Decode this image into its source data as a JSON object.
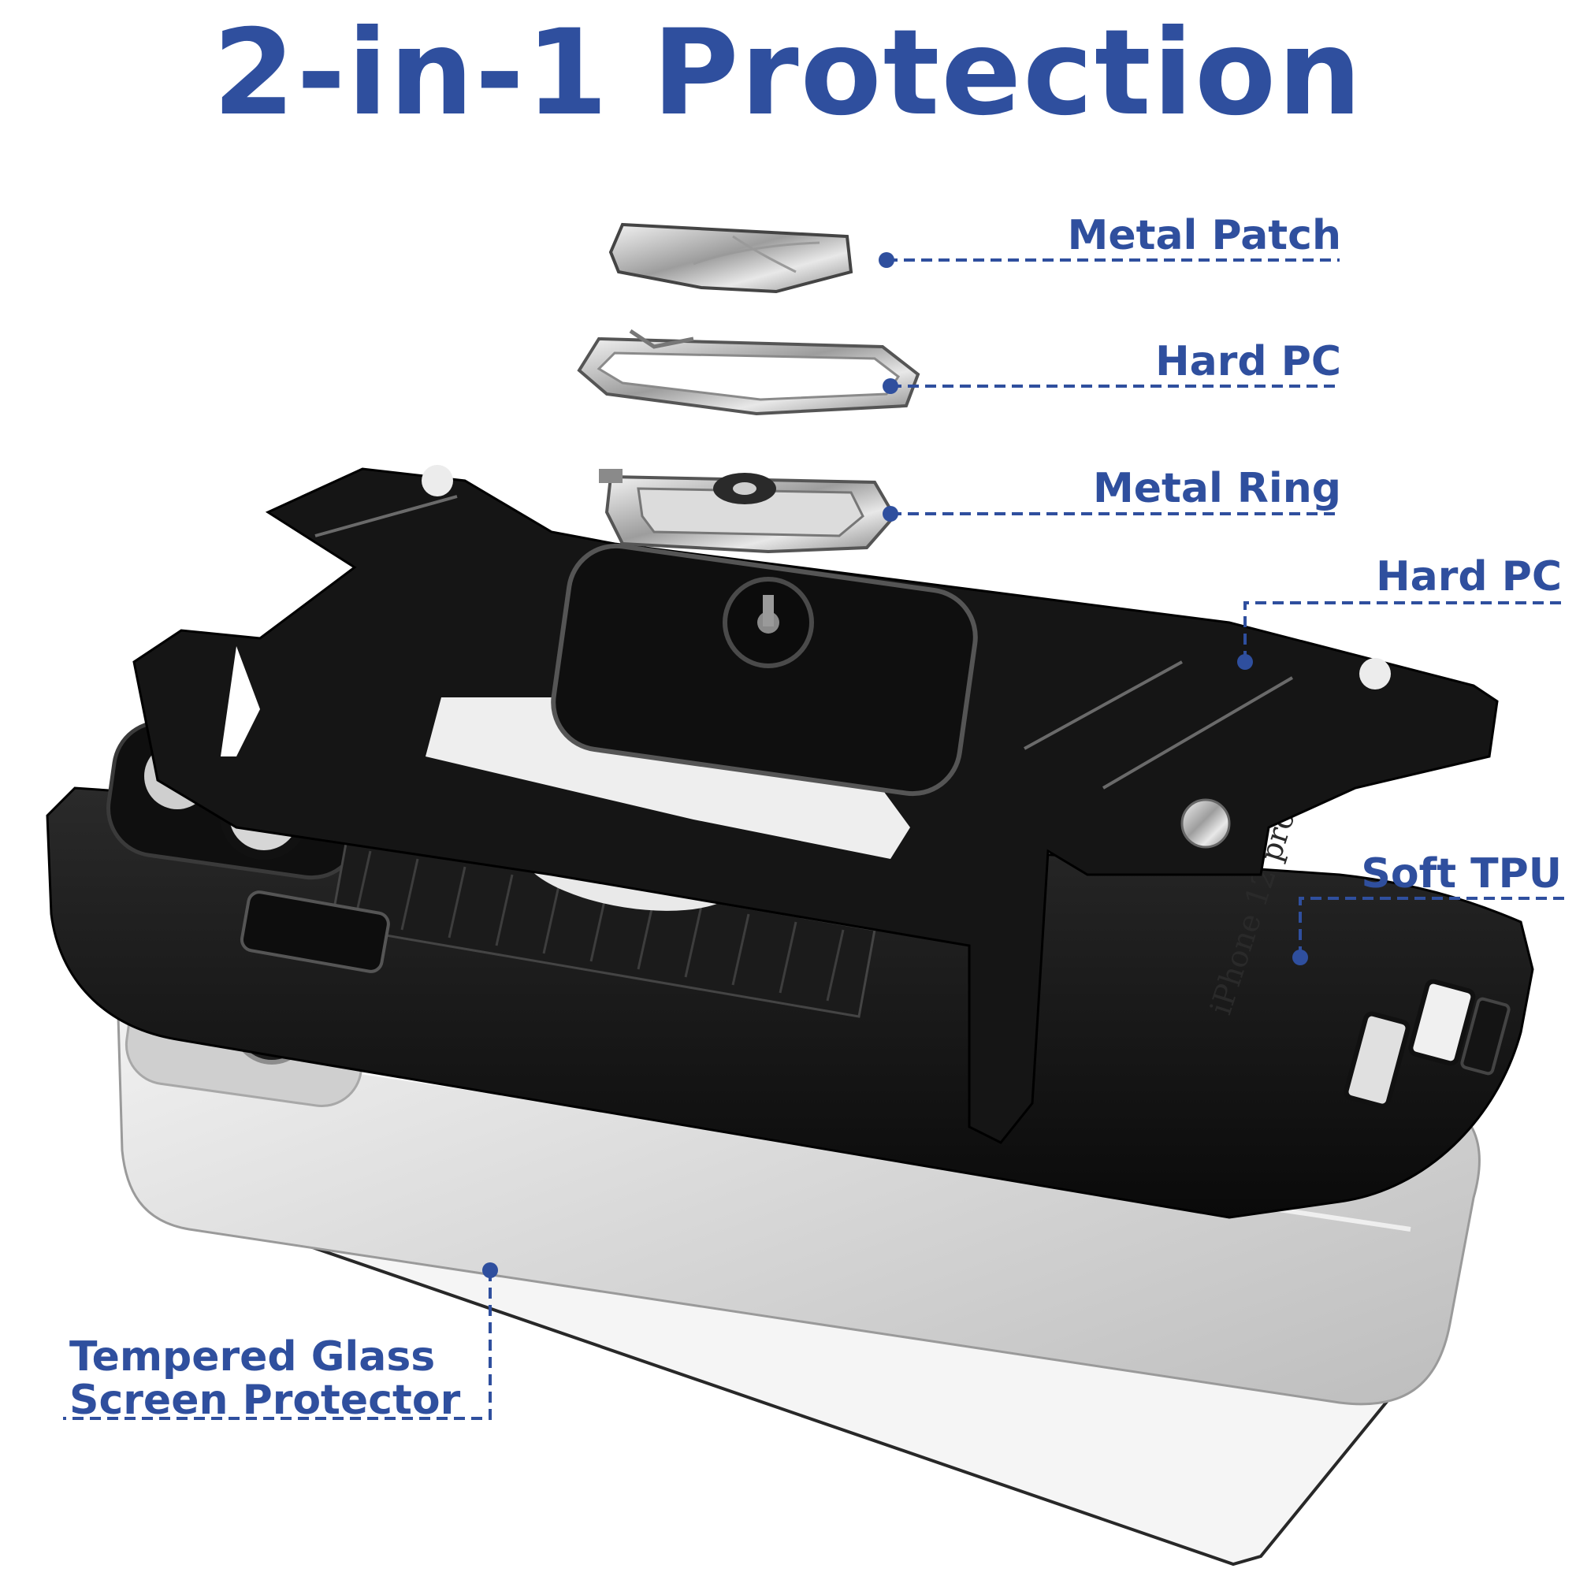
{
  "title": "2-in-1 Protection",
  "colors": {
    "accent": "#2f4f9e",
    "case": "#141414",
    "metal": "#c9c9c9",
    "phone": "#e6e6e6",
    "background": "#ffffff"
  },
  "callouts": [
    {
      "label": "Metal Patch"
    },
    {
      "label": "Hard PC"
    },
    {
      "label": "Metal Ring"
    },
    {
      "label": "Hard PC"
    },
    {
      "label": "Soft TPU"
    },
    {
      "label_line1": "Tempered Glass",
      "label_line2": "Screen Protector"
    }
  ],
  "case_imprint": "iPhone 12 pro max"
}
